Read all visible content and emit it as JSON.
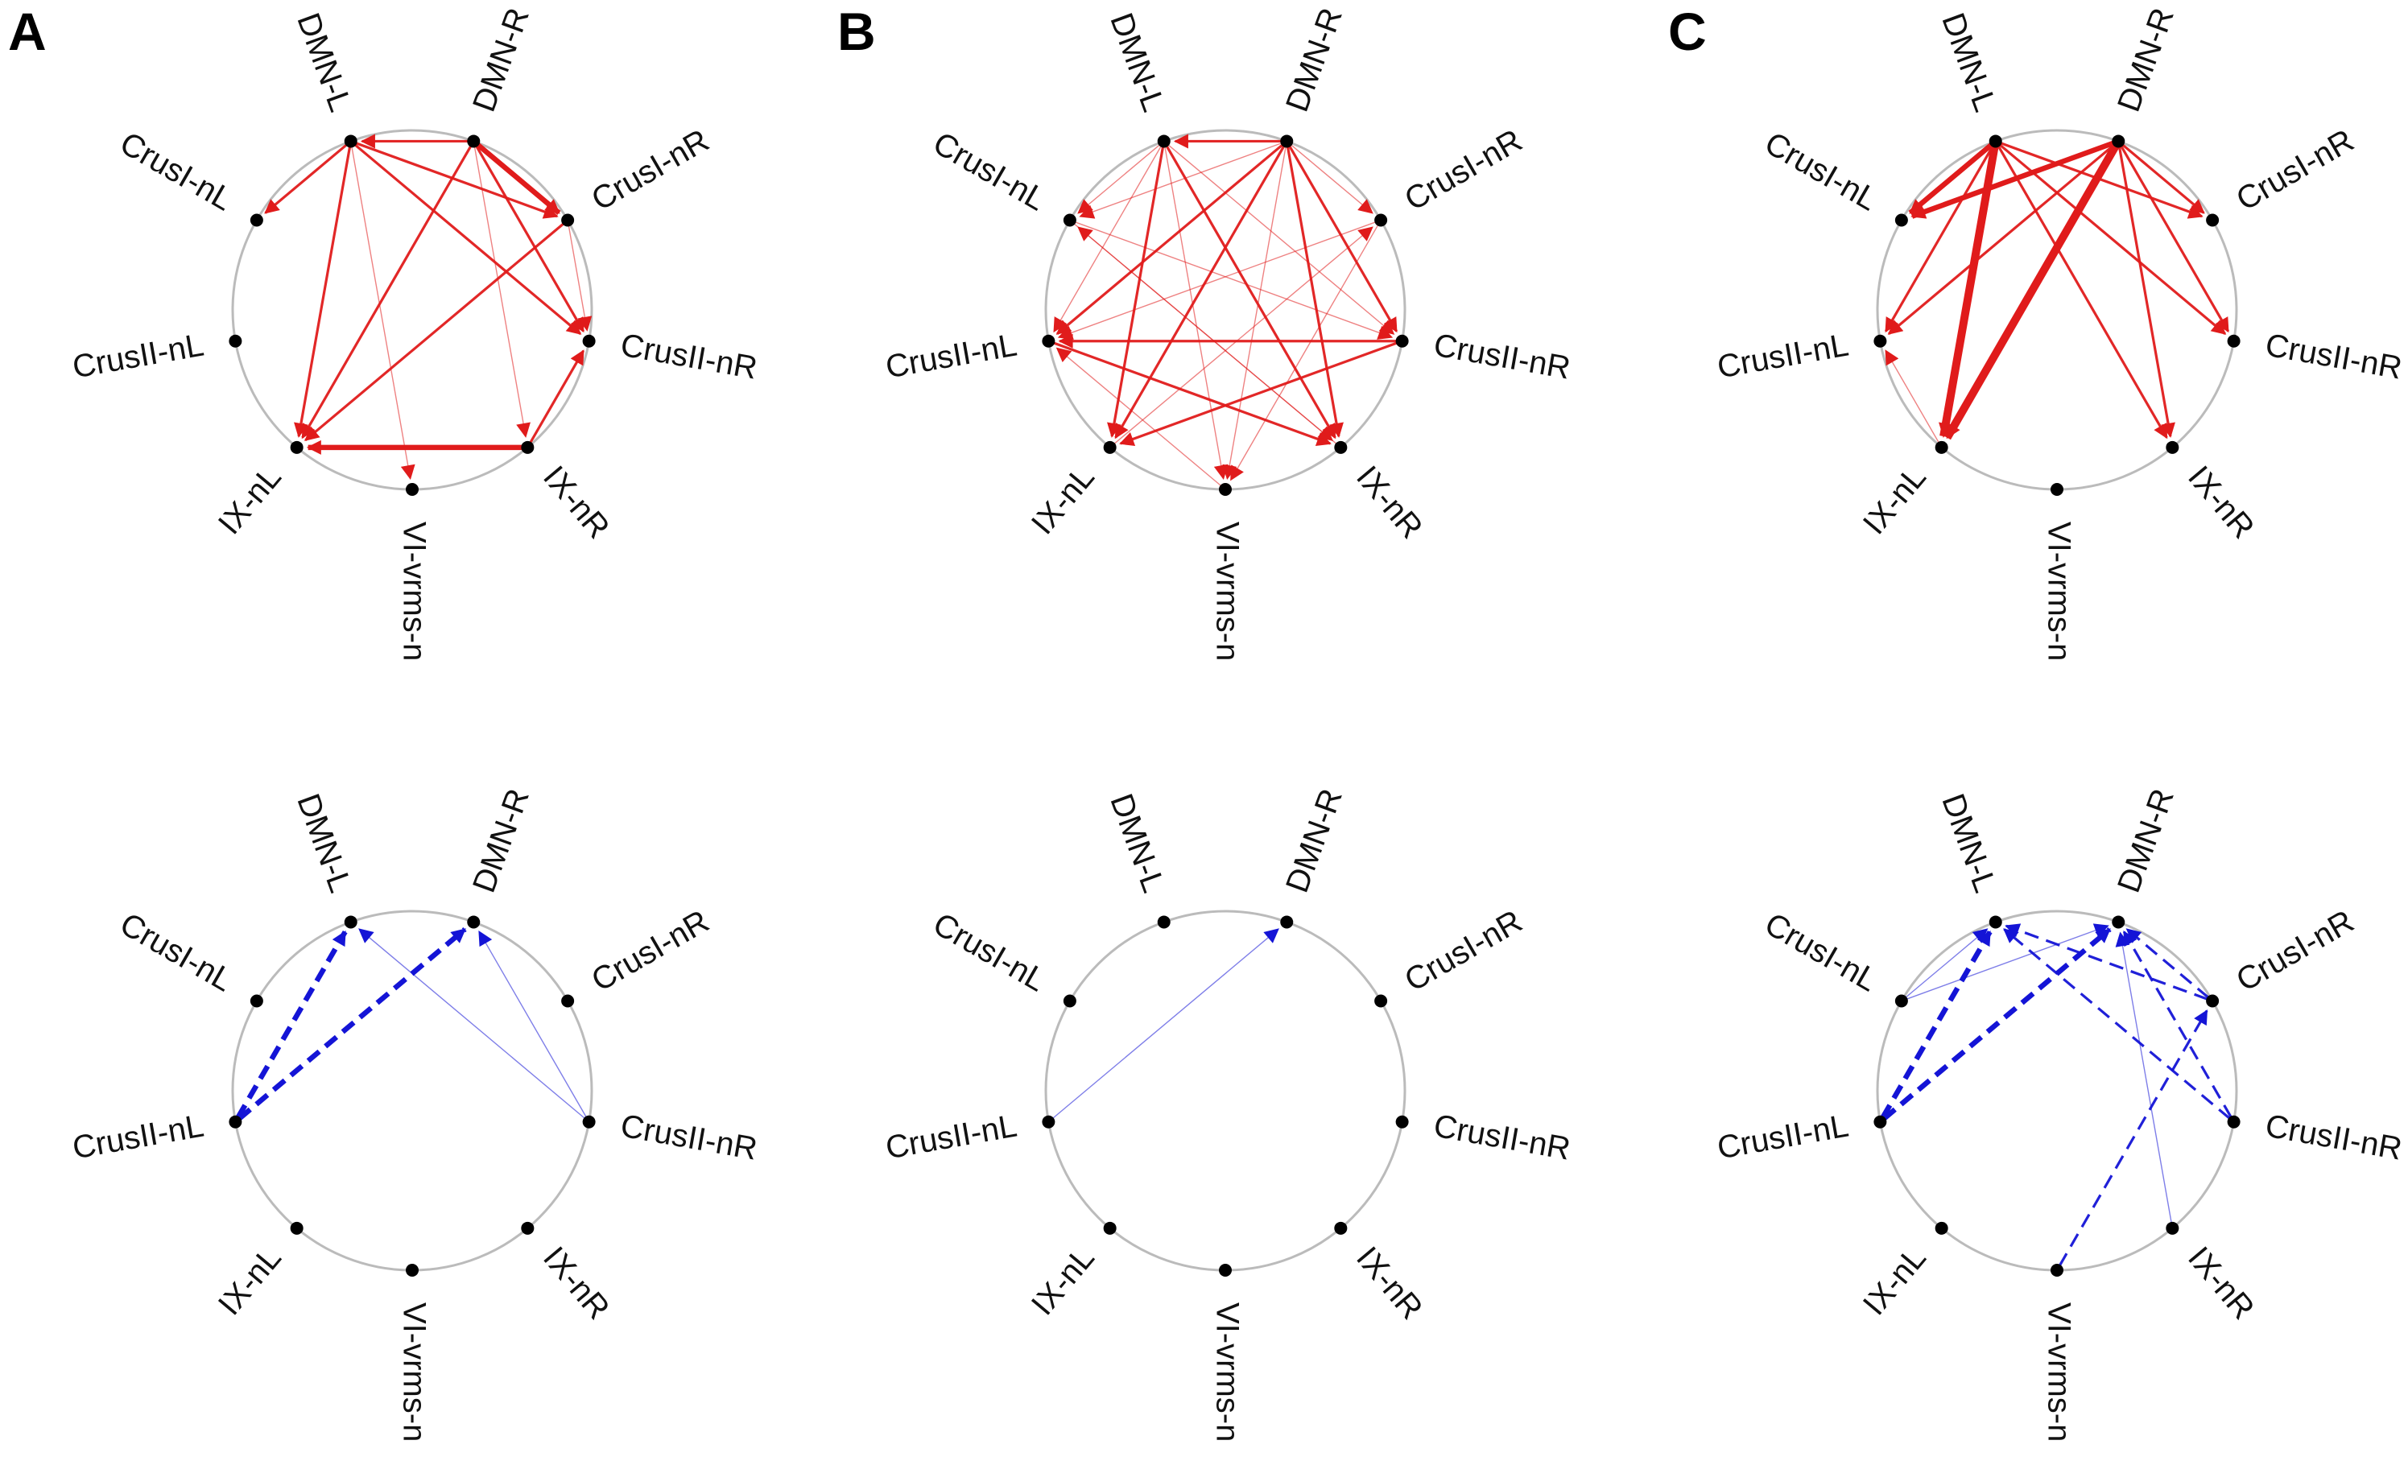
{
  "panel_letters": [
    "A",
    "B",
    "C"
  ],
  "colors": {
    "positive": "#e01b1b",
    "negative": "#1414d6",
    "circle": "#bbbbbb",
    "node": "#000000"
  },
  "node_order": [
    "DMN-L",
    "DMN-R",
    "CrusI-nR",
    "CrusII-nR",
    "IX-nR",
    "VI-vrms-n",
    "IX-nL",
    "CrusII-nL",
    "CrusI-nL"
  ],
  "diagrams": [
    {
      "panel": "A",
      "row": "top",
      "edges": [
        {
          "from": "DMN-R",
          "to": "DMN-L",
          "w": "medium",
          "dashed": false
        },
        {
          "from": "DMN-L",
          "to": "CrusI-nL",
          "w": "medium",
          "dashed": false
        },
        {
          "from": "DMN-L",
          "to": "IX-nL",
          "w": "medium",
          "dashed": false
        },
        {
          "from": "DMN-L",
          "to": "CrusI-nR",
          "w": "medium",
          "dashed": false
        },
        {
          "from": "DMN-L",
          "to": "CrusII-nR",
          "w": "medium",
          "dashed": false
        },
        {
          "from": "DMN-L",
          "to": "VI-vrms-n",
          "w": "thin",
          "dashed": false
        },
        {
          "from": "DMN-R",
          "to": "CrusI-nR",
          "w": "thick",
          "dashed": false
        },
        {
          "from": "DMN-R",
          "to": "CrusII-nR",
          "w": "medium",
          "dashed": false
        },
        {
          "from": "DMN-R",
          "to": "IX-nL",
          "w": "medium",
          "dashed": false
        },
        {
          "from": "DMN-R",
          "to": "IX-nR",
          "w": "thin",
          "dashed": false
        },
        {
          "from": "CrusI-nR",
          "to": "IX-nL",
          "w": "medium",
          "dashed": false
        },
        {
          "from": "CrusI-nR",
          "to": "CrusII-nR",
          "w": "thin",
          "dashed": false
        },
        {
          "from": "IX-nR",
          "to": "IX-nL",
          "w": "thick",
          "dashed": false
        },
        {
          "from": "IX-nR",
          "to": "CrusII-nR",
          "w": "medium",
          "dashed": false
        }
      ]
    },
    {
      "panel": "B",
      "row": "top",
      "edges": [
        {
          "from": "DMN-R",
          "to": "DMN-L",
          "w": "medium",
          "dashed": false
        },
        {
          "from": "DMN-R",
          "to": "CrusII-nL",
          "w": "medium",
          "dashed": false
        },
        {
          "from": "DMN-R",
          "to": "IX-nL",
          "w": "medium",
          "dashed": false
        },
        {
          "from": "DMN-R",
          "to": "IX-nR",
          "w": "medium",
          "dashed": false
        },
        {
          "from": "DMN-R",
          "to": "CrusII-nR",
          "w": "medium",
          "dashed": false
        },
        {
          "from": "DMN-R",
          "to": "VI-vrms-n",
          "w": "thin",
          "dashed": false
        },
        {
          "from": "DMN-R",
          "to": "CrusI-nR",
          "w": "thin",
          "dashed": false
        },
        {
          "from": "DMN-R",
          "to": "CrusI-nL",
          "w": "thin",
          "dashed": false
        },
        {
          "from": "DMN-L",
          "to": "IX-nL",
          "w": "medium",
          "dashed": false
        },
        {
          "from": "DMN-L",
          "to": "IX-nR",
          "w": "medium",
          "dashed": false
        },
        {
          "from": "DMN-L",
          "to": "CrusII-nL",
          "w": "thin",
          "dashed": false
        },
        {
          "from": "DMN-L",
          "to": "CrusII-nR",
          "w": "thin",
          "dashed": false
        },
        {
          "from": "DMN-L",
          "to": "VI-vrms-n",
          "w": "thin",
          "dashed": false
        },
        {
          "from": "DMN-L",
          "to": "CrusI-nL",
          "w": "thin",
          "dashed": false
        },
        {
          "from": "CrusII-nR",
          "to": "CrusII-nL",
          "w": "medium",
          "dashed": false
        },
        {
          "from": "CrusII-nR",
          "to": "IX-nL",
          "w": "medium",
          "dashed": false
        },
        {
          "from": "CrusII-nL",
          "to": "IX-nR",
          "w": "medium",
          "dashed": false
        },
        {
          "from": "CrusI-nR",
          "to": "CrusII-nL",
          "w": "thin",
          "dashed": false
        },
        {
          "from": "CrusI-nR",
          "to": "VI-vrms-n",
          "w": "thin",
          "dashed": false
        },
        {
          "from": "CrusI-nL",
          "to": "CrusII-nR",
          "w": "thin",
          "dashed": false
        },
        {
          "from": "CrusI-nL",
          "to": "IX-nR",
          "w": "thin",
          "dashed": false
        },
        {
          "from": "IX-nL",
          "to": "CrusI-nR",
          "w": "thin",
          "dashed": false
        },
        {
          "from": "IX-nR",
          "to": "CrusI-nL",
          "w": "thin",
          "dashed": false
        },
        {
          "from": "VI-vrms-n",
          "to": "CrusII-nL",
          "w": "thin",
          "dashed": false
        }
      ]
    },
    {
      "panel": "C",
      "row": "top",
      "edges": [
        {
          "from": "DMN-L",
          "to": "CrusI-nL",
          "w": "thick",
          "dashed": false
        },
        {
          "from": "DMN-L",
          "to": "IX-nL",
          "w": "xthick",
          "dashed": false
        },
        {
          "from": "DMN-L",
          "to": "CrusI-nR",
          "w": "medium",
          "dashed": false
        },
        {
          "from": "DMN-L",
          "to": "CrusII-nR",
          "w": "medium",
          "dashed": false
        },
        {
          "from": "DMN-L",
          "to": "IX-nR",
          "w": "medium",
          "dashed": false
        },
        {
          "from": "DMN-L",
          "to": "CrusII-nL",
          "w": "medium",
          "dashed": false
        },
        {
          "from": "DMN-R",
          "to": "CrusI-nL",
          "w": "thick",
          "dashed": false
        },
        {
          "from": "DMN-R",
          "to": "IX-nL",
          "w": "xthick",
          "dashed": false
        },
        {
          "from": "DMN-R",
          "to": "CrusI-nR",
          "w": "medium",
          "dashed": false
        },
        {
          "from": "DMN-R",
          "to": "CrusII-nR",
          "w": "medium",
          "dashed": false
        },
        {
          "from": "DMN-R",
          "to": "IX-nR",
          "w": "medium",
          "dashed": false
        },
        {
          "from": "DMN-R",
          "to": "CrusII-nL",
          "w": "medium",
          "dashed": false
        },
        {
          "from": "IX-nL",
          "to": "CrusII-nL",
          "w": "thin",
          "dashed": false
        }
      ]
    },
    {
      "panel": "A",
      "row": "bottom",
      "edges": [
        {
          "from": "CrusII-nL",
          "to": "DMN-L",
          "w": "thick",
          "dashed": true
        },
        {
          "from": "CrusII-nL",
          "to": "DMN-R",
          "w": "thick",
          "dashed": true
        },
        {
          "from": "CrusII-nR",
          "to": "DMN-L",
          "w": "thin",
          "dashed": false
        },
        {
          "from": "CrusII-nR",
          "to": "DMN-R",
          "w": "thin",
          "dashed": false
        }
      ]
    },
    {
      "panel": "B",
      "row": "bottom",
      "edges": [
        {
          "from": "CrusII-nL",
          "to": "DMN-R",
          "w": "thin",
          "dashed": false
        }
      ]
    },
    {
      "panel": "C",
      "row": "bottom",
      "edges": [
        {
          "from": "CrusII-nL",
          "to": "DMN-L",
          "w": "thick",
          "dashed": true
        },
        {
          "from": "CrusII-nL",
          "to": "DMN-R",
          "w": "thick",
          "dashed": true
        },
        {
          "from": "CrusI-nL",
          "to": "DMN-L",
          "w": "thin",
          "dashed": false
        },
        {
          "from": "CrusI-nL",
          "to": "DMN-R",
          "w": "thin",
          "dashed": false
        },
        {
          "from": "CrusI-nR",
          "to": "DMN-L",
          "w": "medium",
          "dashed": true
        },
        {
          "from": "CrusI-nR",
          "to": "DMN-R",
          "w": "medium",
          "dashed": true
        },
        {
          "from": "CrusII-nR",
          "to": "DMN-L",
          "w": "medium",
          "dashed": true
        },
        {
          "from": "CrusII-nR",
          "to": "DMN-R",
          "w": "medium",
          "dashed": true
        },
        {
          "from": "VI-vrms-n",
          "to": "CrusI-nR",
          "w": "medium",
          "dashed": true
        },
        {
          "from": "IX-nR",
          "to": "DMN-R",
          "w": "thin",
          "dashed": false
        }
      ]
    }
  ]
}
